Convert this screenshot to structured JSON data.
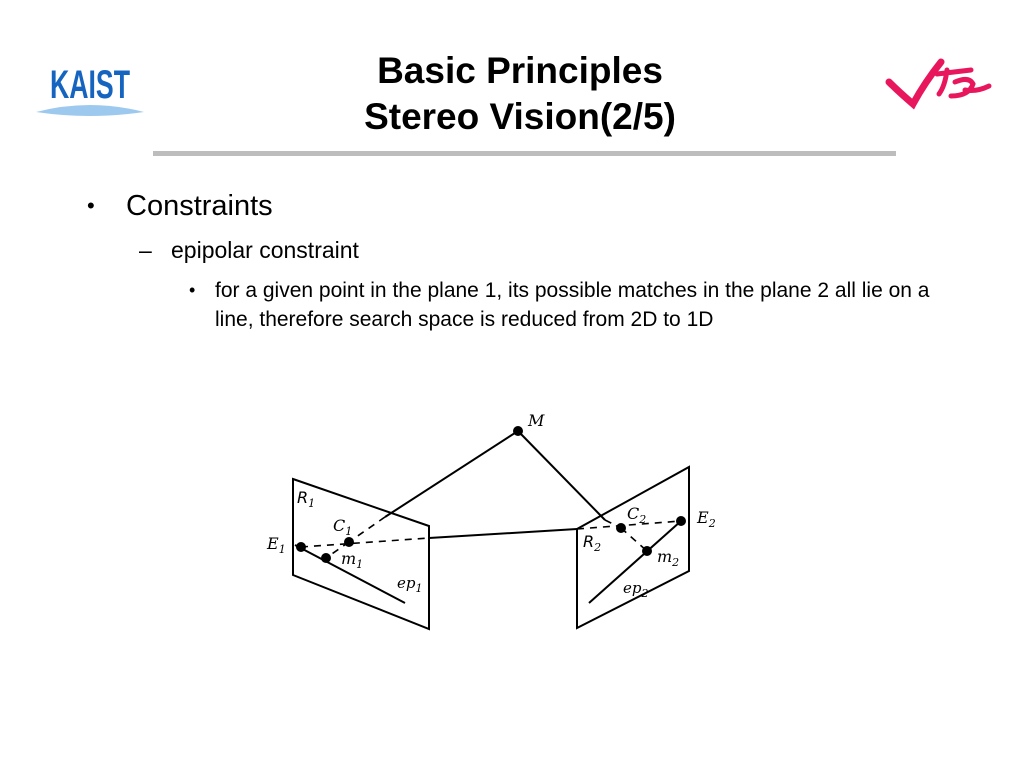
{
  "slide": {
    "title_line1": "Basic Principles",
    "title_line2": "Stereo Vision(2/5)"
  },
  "logos": {
    "left_text": "KAIST",
    "left_color": "#1565c0",
    "left_underline_color": "#9ec9ef",
    "right_color": "#e8175d"
  },
  "bullets": {
    "level1_marker": "•",
    "level1_text": "Constraints",
    "level2_marker": "–",
    "level2_text": "epipolar constraint",
    "level3_marker": "•",
    "level3_text": "for a given point in the plane 1, its possible matches in the plane 2 all lie on a line, therefore search space is reduced from 2D to 1D"
  },
  "figure": {
    "labels": {
      "M": "M",
      "R1": "R",
      "R1_sub": "1",
      "C1": "C",
      "C1_sub": "1",
      "E1": "E",
      "E1_sub": "1",
      "m1": "m",
      "m1_sub": "1",
      "ep1": "ep",
      "ep1_sub": "1",
      "C2": "C",
      "C2_sub": "2",
      "E2": "E",
      "E2_sub": "2",
      "R2": "R",
      "R2_sub": "2",
      "m2": "m",
      "m2_sub": "2",
      "ep2": "ep",
      "ep2_sub": "2"
    }
  }
}
